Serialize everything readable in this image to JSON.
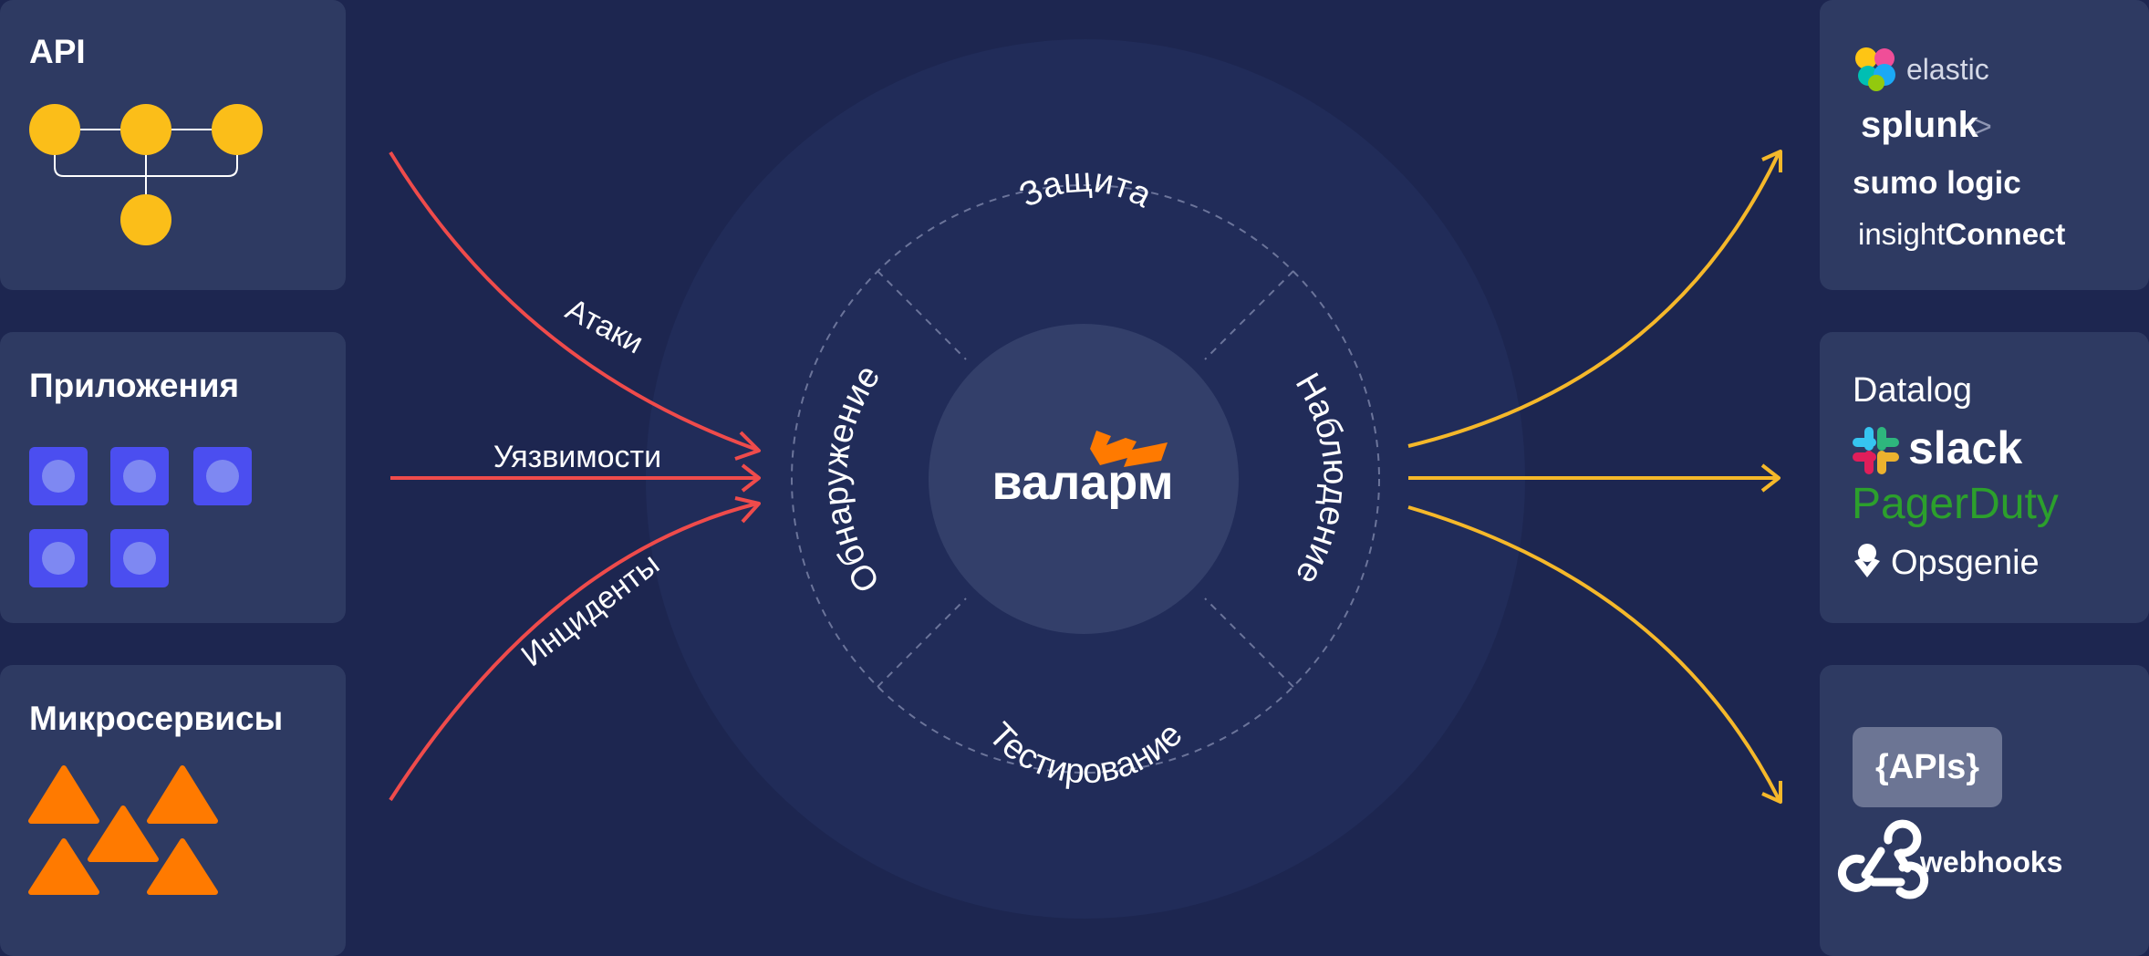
{
  "colors": {
    "background": "#1d2650",
    "card": "#2e3a62",
    "attack_arrow": "#ef4b4b",
    "output_arrow": "#f5b82a",
    "node_yellow": "#fbbe19",
    "app_square": "#4b4ef0",
    "app_dot": "#7e88f2",
    "micro_triangle": "#ff7a00",
    "logo_orange": "#ff7a00",
    "pagerduty_green": "#2ca02c"
  },
  "inputs": {
    "api_title": "API",
    "apps_title": "Приложения",
    "micro_title": "Микросервисы"
  },
  "flows": {
    "attacks": "Атаки",
    "vulnerabilities": "Уязвимости",
    "incidents": "Инциденты"
  },
  "center": {
    "logo": "валарм",
    "top": "Защита",
    "right": "Наблюдение",
    "bottom": "Тестирование",
    "left": "Обнаружение"
  },
  "integrations": {
    "siem": {
      "elastic": "elastic",
      "splunk": "splunk",
      "splunk_mark": ">",
      "sumo": "sumo logic",
      "insight_a": "insight",
      "insight_b": "Connect"
    },
    "alerts": {
      "datalog": "Datalog",
      "slack": "slack",
      "pagerduty": "PagerDuty",
      "opsgenie": "Opsgenie"
    },
    "dev": {
      "apis": "{APIs}",
      "webhooks": "webhooks"
    }
  },
  "icons": [
    "api-node-icon",
    "app-square-icon",
    "microservice-triangle-icon",
    "elastic-icon",
    "slack-icon",
    "opsgenie-icon",
    "webhooks-icon"
  ]
}
